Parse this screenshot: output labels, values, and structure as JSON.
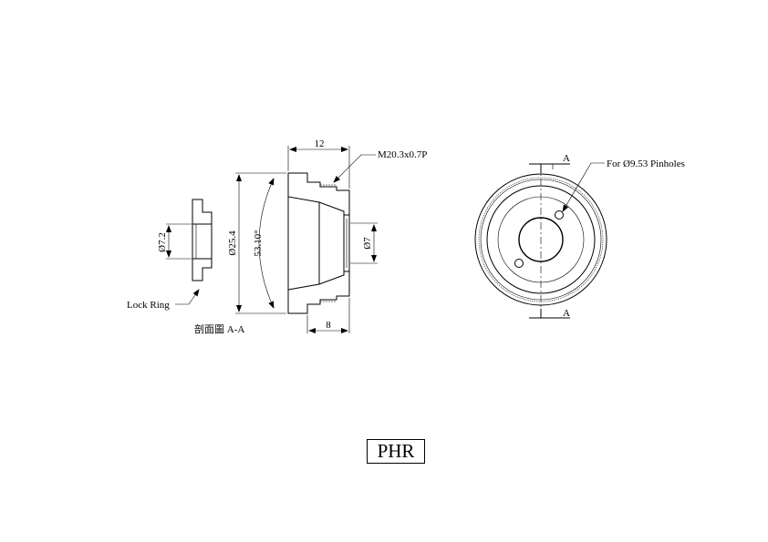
{
  "dimensions": {
    "length_total": "12",
    "thread_spec": "M20.3x0.7P",
    "outer_diameter": "Ø25.4",
    "cone_angle": "53.10°",
    "bore_diameter": "Ø7",
    "depth": "8",
    "lock_ring_diameter": "Ø7.2"
  },
  "labels": {
    "lock_ring": "Lock Ring",
    "section_label": "剖面圖 A-A",
    "section_marker_top": "A",
    "section_marker_bottom": "A",
    "pinhole_note": "For Ø9.53 Pinholes"
  },
  "title_block": {
    "code": "PHR"
  }
}
